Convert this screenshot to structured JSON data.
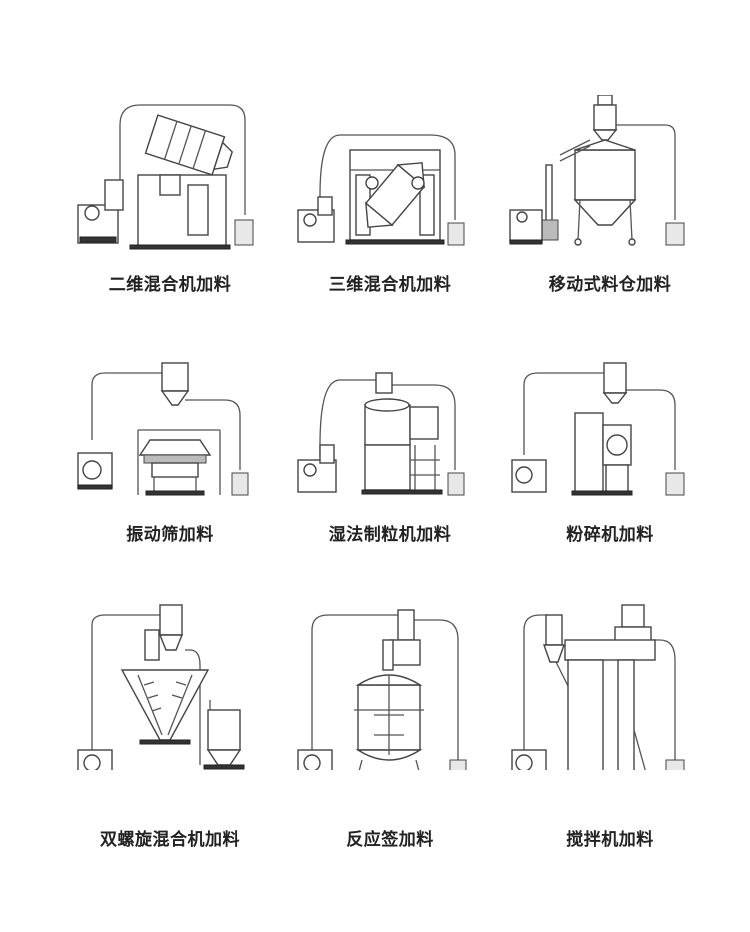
{
  "items": [
    {
      "label": "二维混合机加料"
    },
    {
      "label": "三维混合机加料"
    },
    {
      "label": "移动式料仓加料"
    },
    {
      "label": "振动筛加料"
    },
    {
      "label": "湿法制粒机加料"
    },
    {
      "label": "粉碎机加料"
    },
    {
      "label": "双螺旋混合机加料"
    },
    {
      "label": "反应签加料"
    },
    {
      "label": "搅拌机加料"
    }
  ]
}
